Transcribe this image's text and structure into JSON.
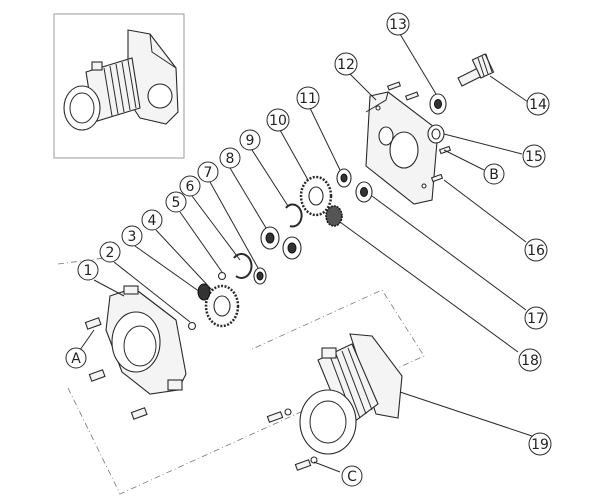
{
  "callouts": [
    {
      "id": "c1",
      "label": "1"
    },
    {
      "id": "c2",
      "label": "2"
    },
    {
      "id": "c3",
      "label": "3"
    },
    {
      "id": "c4",
      "label": "4"
    },
    {
      "id": "c5",
      "label": "5"
    },
    {
      "id": "c6",
      "label": "6"
    },
    {
      "id": "c7",
      "label": "7"
    },
    {
      "id": "c8",
      "label": "8"
    },
    {
      "id": "c9",
      "label": "9"
    },
    {
      "id": "c10",
      "label": "10"
    },
    {
      "id": "c11",
      "label": "11"
    },
    {
      "id": "c12",
      "label": "12"
    },
    {
      "id": "c13",
      "label": "13"
    },
    {
      "id": "c14",
      "label": "14"
    },
    {
      "id": "c15",
      "label": "15"
    },
    {
      "id": "cB",
      "label": "B"
    },
    {
      "id": "c16",
      "label": "16"
    },
    {
      "id": "c17",
      "label": "17"
    },
    {
      "id": "c18",
      "label": "18"
    },
    {
      "id": "c19",
      "label": "19"
    },
    {
      "id": "cA",
      "label": "A"
    },
    {
      "id": "cC",
      "label": "C"
    }
  ]
}
